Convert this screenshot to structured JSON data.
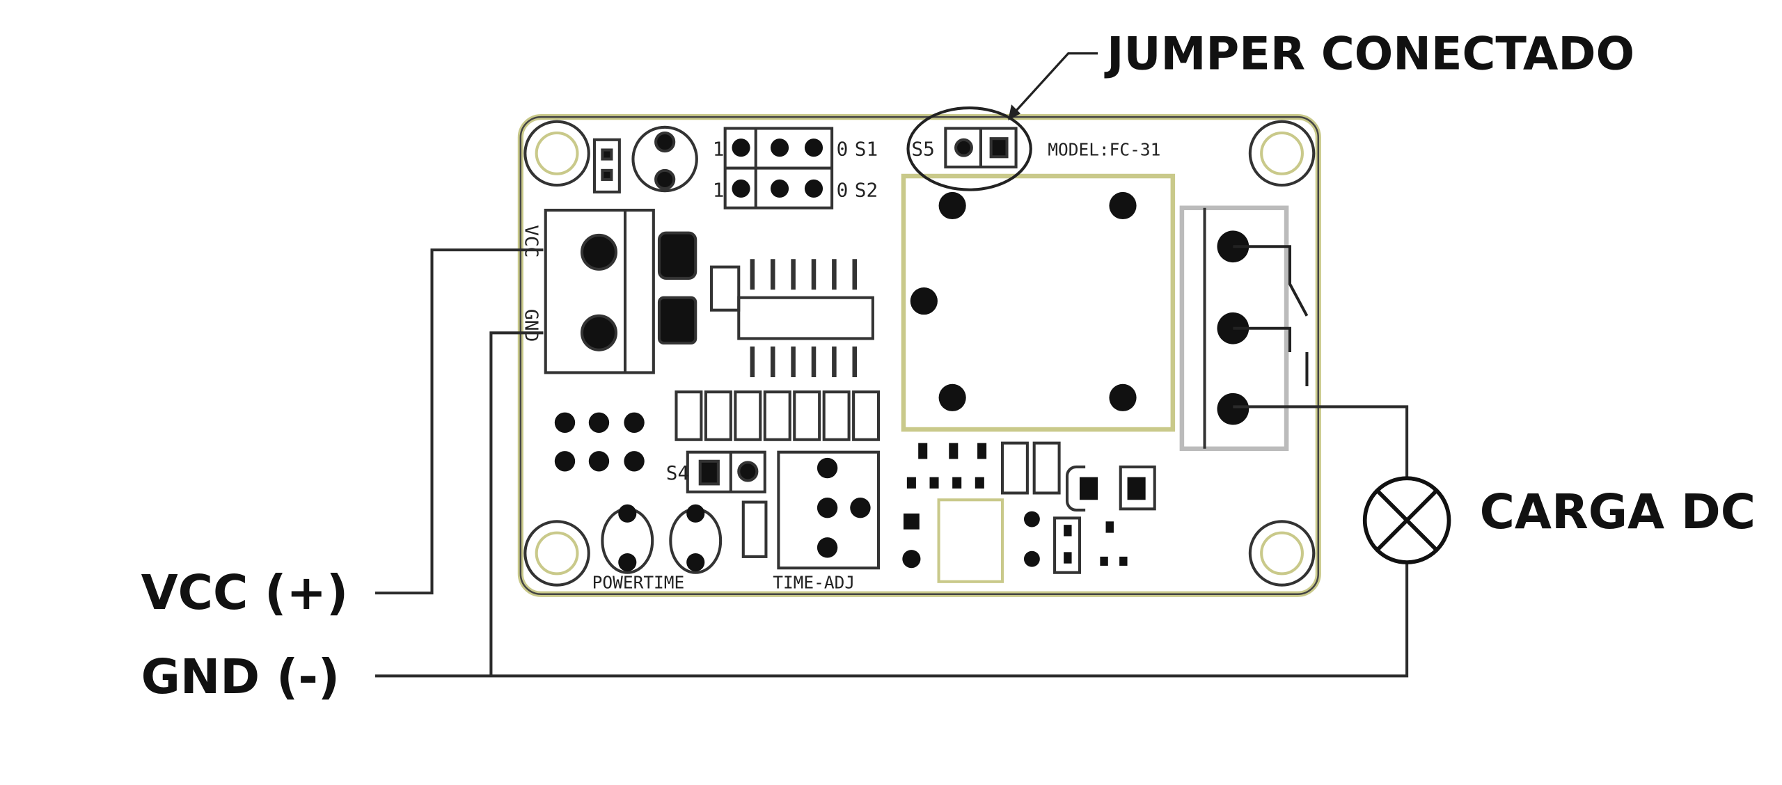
{
  "labels": {
    "jumper": "JUMPER CONECTADO",
    "load": "CARGA DC",
    "vcc": "VCC (+)",
    "gnd": "GND (-)"
  },
  "board": {
    "model": "MODEL:FC-31",
    "s1": "S1",
    "s2": "S2",
    "s4": "S4",
    "s5": "S5",
    "pin_one": "1",
    "pin_zero": "0",
    "vcc_pin": "VCC",
    "gnd_pin": "GND",
    "power_time": "POWERTIME",
    "time_adj": "TIME-ADJ"
  },
  "colors": {
    "wire": "#2b2b2b",
    "board_outline": "#c9c98a",
    "ink": "#111111"
  }
}
